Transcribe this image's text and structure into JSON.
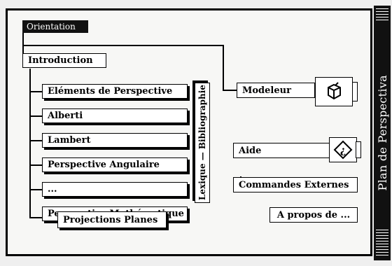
{
  "title": "Orientation",
  "sidebar": {
    "title": "Plan de Perspectiva"
  },
  "menu": {
    "introduction": "Introduction",
    "items": [
      "Eléments de Perspective",
      "Alberti",
      "Lambert",
      "Perspective Angulaire",
      "...",
      "Perspective Mathématique"
    ],
    "projections": "Projections Planes",
    "lexique": "Lexique — Bibliographie"
  },
  "tools": {
    "modeleur": "Modeleur",
    "aide": "Aide",
    "aide_icon_glyph": "¿",
    "commandes": "Commandes Externes",
    "apropos": "A propos de ..."
  },
  "colors": {
    "frame": "#000000",
    "background": "#f7f7f5",
    "sidebar": "#111111"
  }
}
